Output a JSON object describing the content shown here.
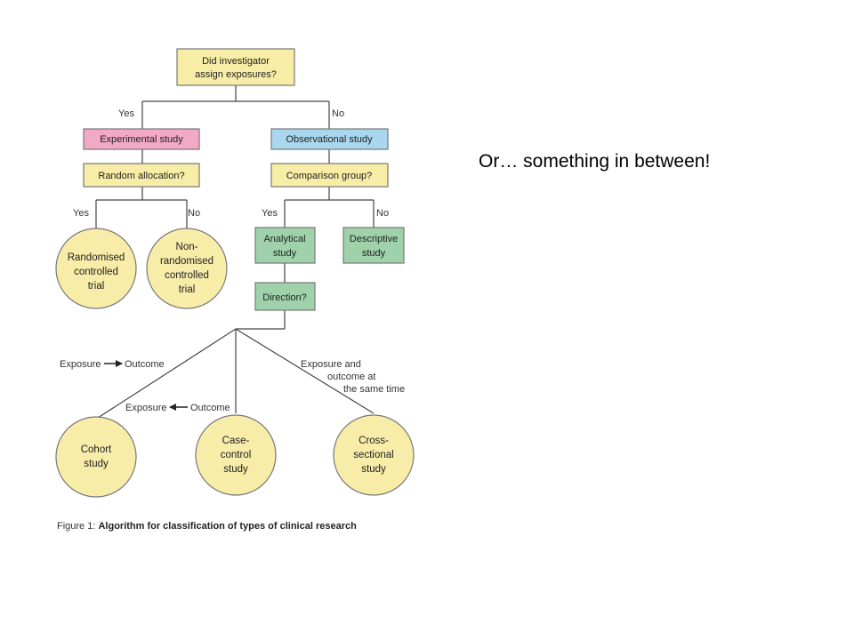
{
  "colors": {
    "yellow_box": "#f7eda6",
    "pink_box": "#f2a9c4",
    "blue_box": "#a9d7ee",
    "green_box": "#9fd2aa",
    "circle_fill": "#f8eca9",
    "line": "#444444"
  },
  "nodes": {
    "root": [
      "Did investigator",
      "assign exposures?"
    ],
    "experimental": "Experimental study",
    "observational": "Observational study",
    "random_allocation": "Random allocation?",
    "comparison_group": "Comparison group?",
    "rct": [
      "Randomised",
      "controlled",
      "trial"
    ],
    "nonrandomised": [
      "Non-",
      "randomised",
      "controlled",
      "trial"
    ],
    "analytical": [
      "Analytical",
      "study"
    ],
    "descriptive": [
      "Descriptive",
      "study"
    ],
    "direction": "Direction?",
    "cohort": [
      "Cohort",
      "study"
    ],
    "case_control": [
      "Case-",
      "control",
      "study"
    ],
    "cross_sectional": [
      "Cross-",
      "sectional",
      "study"
    ]
  },
  "edge_labels": {
    "root_yes": "Yes",
    "root_no": "No",
    "random_yes": "Yes",
    "random_no": "No",
    "comparison_yes": "Yes",
    "comparison_no": "No",
    "cohort_exposure": "Exposure",
    "cohort_outcome": "Outcome",
    "case_exposure": "Exposure",
    "case_outcome": "Outcome",
    "cross": [
      "Exposure and",
      "outcome at",
      "the same time"
    ]
  },
  "caption": {
    "prefix": "Figure 1: ",
    "bold": "Algorithm for classification of types of clinical research"
  },
  "side_note": "Or… something in between!"
}
